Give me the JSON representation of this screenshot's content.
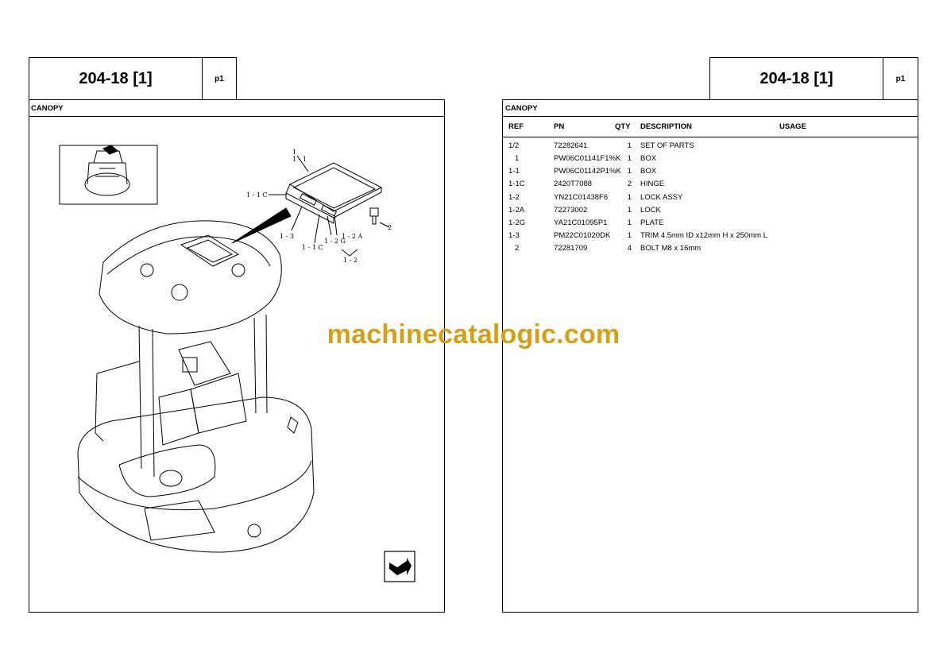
{
  "left_page": {
    "code": "204-18 [1]",
    "page": "p1",
    "section": "CANOPY",
    "callouts": [
      "1",
      "1 - 1",
      "1 - 1 C",
      "2",
      "1 - 3",
      "1 - 1 C",
      "1 - 2 G",
      "1 - 2 A",
      "1 - 2"
    ]
  },
  "right_page": {
    "code": "204-18 [1]",
    "page": "p1",
    "section": "CANOPY",
    "columns": {
      "ref": "REF",
      "pn": "PN",
      "qty": "QTY",
      "description": "DESCRIPTION",
      "usage": "USAGE"
    },
    "rows": [
      {
        "ref": "1/2",
        "pn": "72282641",
        "qty": "1",
        "description": "SET OF PARTS"
      },
      {
        "ref": "1",
        "pn": "PW06C01141F1%K",
        "qty": "1",
        "description": "BOX"
      },
      {
        "ref": "1-1",
        "pn": "PW06C01142P1%K",
        "qty": "1",
        "description": "BOX"
      },
      {
        "ref": "1-1C",
        "pn": "2420T7088",
        "qty": "2",
        "description": "HINGE"
      },
      {
        "ref": "1-2",
        "pn": "YN21C01438F6",
        "qty": "1",
        "description": "LOCK ASSY"
      },
      {
        "ref": "1-2A",
        "pn": "72273002",
        "qty": "1",
        "description": "LOCK"
      },
      {
        "ref": "1-2G",
        "pn": "YA21C01095P1",
        "qty": "1",
        "description": "PLATE"
      },
      {
        "ref": "1-3",
        "pn": "PM22C01020DK",
        "qty": "1",
        "description": "TRIM 4.5mm ID x12mm H x 250mm L"
      },
      {
        "ref": "2",
        "pn": "72281709",
        "qty": "4",
        "description": "BOLT M8 x 16mm"
      }
    ]
  },
  "watermark": "machinecatalogic.com"
}
